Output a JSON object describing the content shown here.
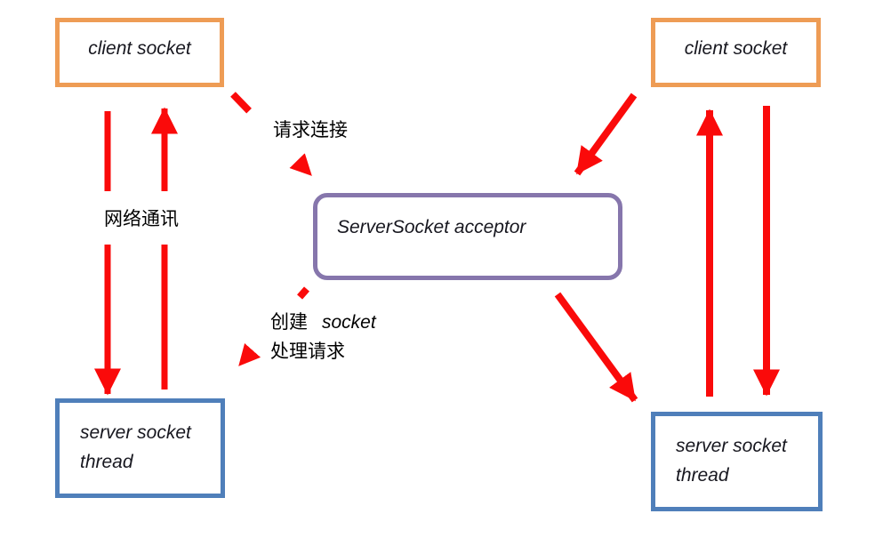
{
  "colors": {
    "accent_orange": "#EE9C55",
    "accent_purple": "#8676AC",
    "accent_blue": "#4F7FBA",
    "arrow_red": "#FA0A0A",
    "text_dark": "#17171F"
  },
  "nodes": {
    "client_left": {
      "label": "client socket"
    },
    "client_right": {
      "label": "client socket"
    },
    "acceptor": {
      "label": "ServerSocket acceptor"
    },
    "thread_left": {
      "line1": "server socket",
      "line2": "thread"
    },
    "thread_right": {
      "line1": "server socket",
      "line2": "thread"
    }
  },
  "labels": {
    "network_comm": "网络通讯",
    "request_connect": "请求连接",
    "create_cn": "创建",
    "create_en": "socket",
    "handle_request": "处理请求"
  }
}
